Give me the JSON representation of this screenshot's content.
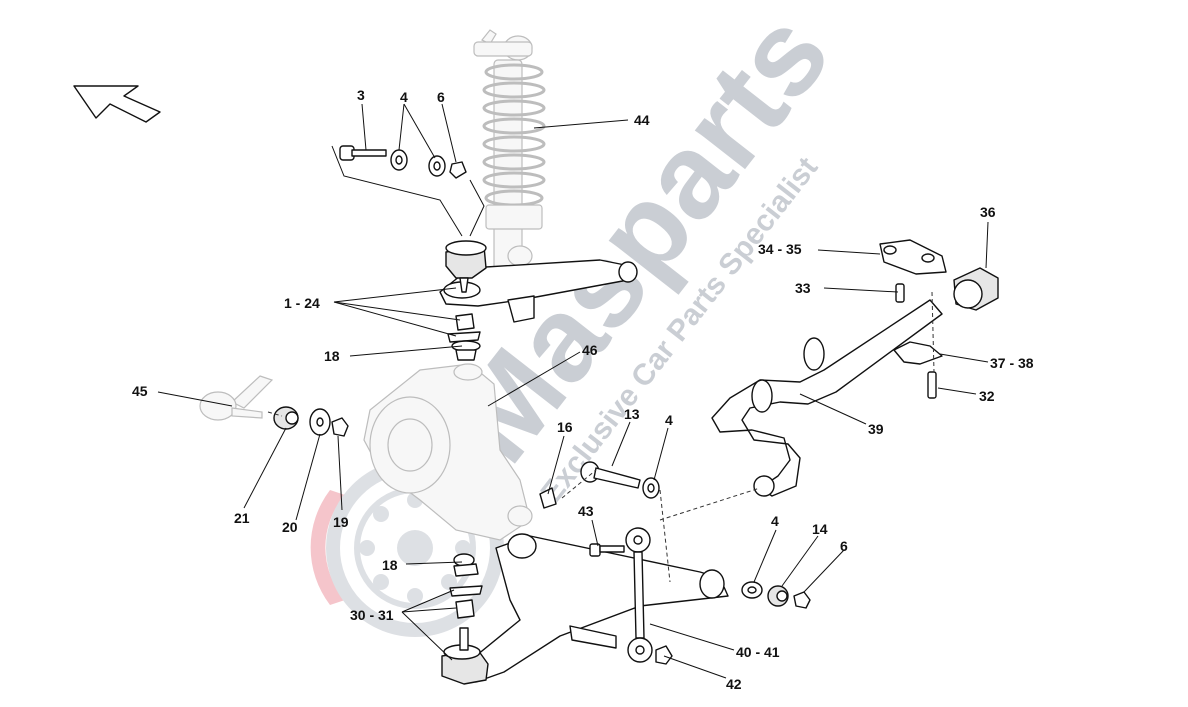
{
  "watermark": {
    "brand": "Masparts",
    "tagline": "Exclusive Car Parts Specialist",
    "color": "#b9bec6",
    "accent": "#e05060"
  },
  "callouts": [
    {
      "id": "c3",
      "text": "3"
    },
    {
      "id": "c4a",
      "text": "4"
    },
    {
      "id": "c6a",
      "text": "6"
    },
    {
      "id": "c44",
      "text": "44"
    },
    {
      "id": "c36",
      "text": "36"
    },
    {
      "id": "c3435",
      "text": "34 - 35"
    },
    {
      "id": "c33",
      "text": "33"
    },
    {
      "id": "c124",
      "text": "1 - 24"
    },
    {
      "id": "c18a",
      "text": "18"
    },
    {
      "id": "c46",
      "text": "46"
    },
    {
      "id": "c3738",
      "text": "37 - 38"
    },
    {
      "id": "c32",
      "text": "32"
    },
    {
      "id": "c45",
      "text": "45"
    },
    {
      "id": "c39",
      "text": "39"
    },
    {
      "id": "c16",
      "text": "16"
    },
    {
      "id": "c13",
      "text": "13"
    },
    {
      "id": "c4b",
      "text": "4"
    },
    {
      "id": "c21",
      "text": "21"
    },
    {
      "id": "c20",
      "text": "20"
    },
    {
      "id": "c19",
      "text": "19"
    },
    {
      "id": "c43",
      "text": "43"
    },
    {
      "id": "c4c",
      "text": "4"
    },
    {
      "id": "c14",
      "text": "14"
    },
    {
      "id": "c6b",
      "text": "6"
    },
    {
      "id": "c18b",
      "text": "18"
    },
    {
      "id": "c3031",
      "text": "30 - 31"
    },
    {
      "id": "c4041",
      "text": "40 - 41"
    },
    {
      "id": "c42",
      "text": "42"
    }
  ]
}
